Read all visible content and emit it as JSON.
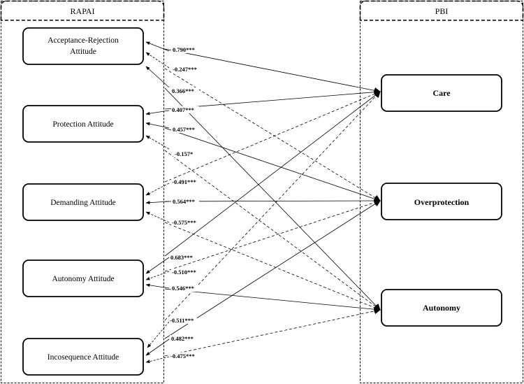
{
  "groups": {
    "left": {
      "title": "RAPAI"
    },
    "right": {
      "title": "PBI"
    }
  },
  "left_nodes": [
    {
      "id": "acceptance",
      "lines": [
        "Acceptance-Rejection",
        "Attitude"
      ]
    },
    {
      "id": "protection",
      "lines": [
        "Protection Attitude"
      ]
    },
    {
      "id": "demanding",
      "lines": [
        "Demanding Attitude"
      ]
    },
    {
      "id": "autonomy_att",
      "lines": [
        "Autonomy Attitude"
      ]
    },
    {
      "id": "incoseq",
      "lines": [
        "Incosequence Attitude"
      ]
    }
  ],
  "right_nodes": [
    {
      "id": "care",
      "label": "Care"
    },
    {
      "id": "overprotection",
      "label": "Overprotection"
    },
    {
      "id": "autonomy",
      "label": "Autonomy"
    }
  ],
  "paths": [
    {
      "from": "acceptance",
      "to": "care",
      "coef": "0.790***",
      "style": "solid"
    },
    {
      "from": "acceptance",
      "to": "overprotection",
      "coef": "-0.247***",
      "style": "dashed"
    },
    {
      "from": "acceptance",
      "to": "autonomy",
      "coef": "0.366***",
      "style": "solid"
    },
    {
      "from": "protection",
      "to": "care",
      "coef": "0.407***",
      "style": "solid"
    },
    {
      "from": "protection",
      "to": "overprotection",
      "coef": "0.457***",
      "style": "solid"
    },
    {
      "from": "protection",
      "to": "autonomy",
      "coef": "-0.157*",
      "style": "dashed"
    },
    {
      "from": "demanding",
      "to": "care",
      "coef": "-0.491***",
      "style": "dashed"
    },
    {
      "from": "demanding",
      "to": "overprotection",
      "coef": "0.564***",
      "style": "solid"
    },
    {
      "from": "demanding",
      "to": "autonomy",
      "coef": "-0.575***",
      "style": "dashed"
    },
    {
      "from": "autonomy_att",
      "to": "care",
      "coef": "0.683***",
      "style": "solid"
    },
    {
      "from": "autonomy_att",
      "to": "overprotection",
      "coef": "-0.510***",
      "style": "dashed"
    },
    {
      "from": "autonomy_att",
      "to": "autonomy",
      "coef": "0.546***",
      "style": "solid"
    },
    {
      "from": "incoseq",
      "to": "care",
      "coef": "-0.511***",
      "style": "dashed"
    },
    {
      "from": "incoseq",
      "to": "overprotection",
      "coef": "0.482***",
      "style": "solid"
    },
    {
      "from": "incoseq",
      "to": "autonomy",
      "coef": "-0.475***",
      "style": "dashed"
    }
  ]
}
